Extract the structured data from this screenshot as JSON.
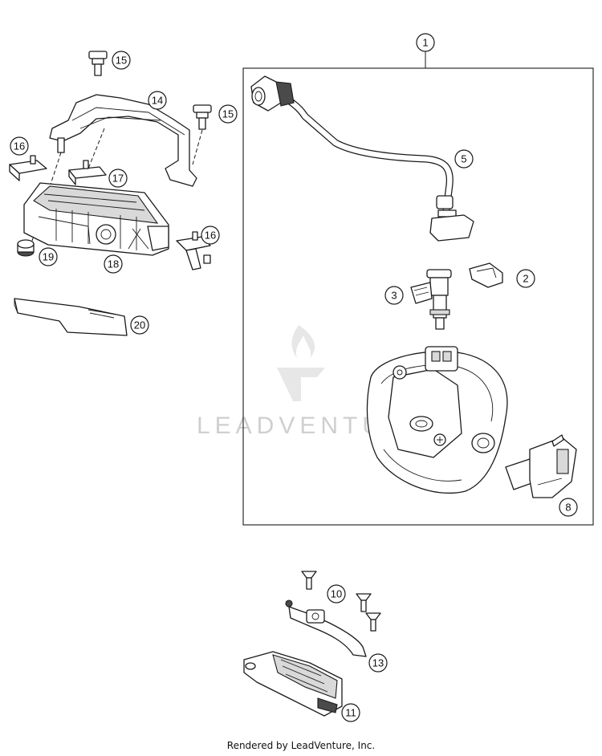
{
  "callouts": [
    "1",
    "2",
    "3",
    "5",
    "8",
    "10",
    "11",
    "13",
    "14",
    "15",
    "15",
    "16",
    "16",
    "17",
    "18",
    "19",
    "20"
  ],
  "watermark": "LEADVENTU",
  "footer": "Rendered by LeadVenture, Inc."
}
